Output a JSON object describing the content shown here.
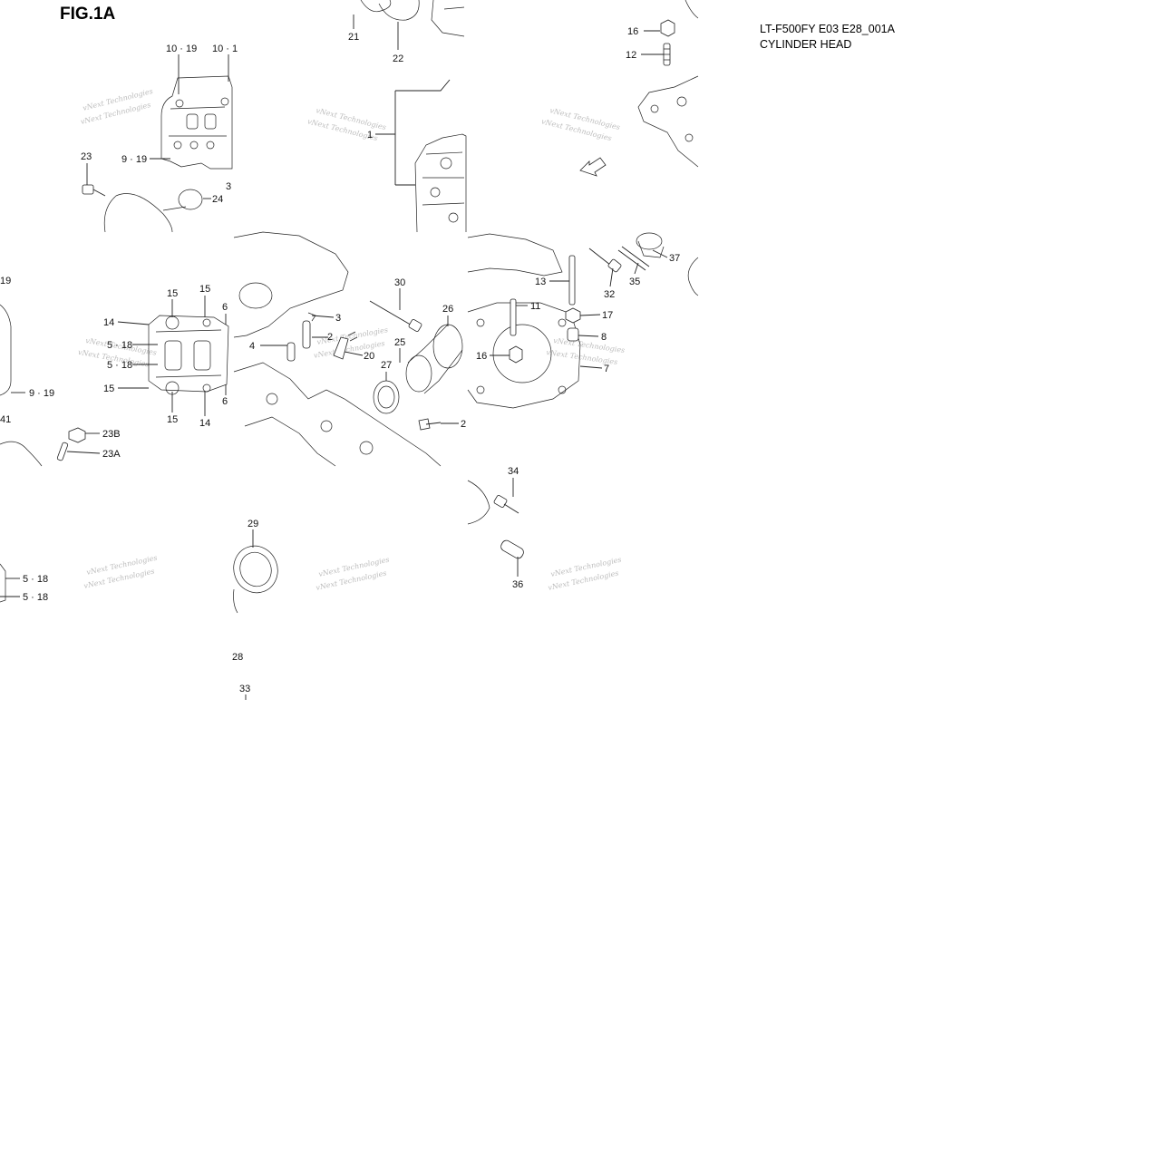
{
  "figure": {
    "title": "FIG.1A"
  },
  "meta": {
    "model_code": "LT-F500FY E03 E28_001A",
    "section_title": "CYLINDER HEAD"
  },
  "watermark": "vNext Technologies",
  "callouts": [
    "21",
    "22",
    "16",
    "12",
    "10 · 19",
    "10 · 1",
    "1",
    "9 · 19",
    "23",
    "24",
    "3",
    "30",
    "3",
    "13",
    "32",
    "35",
    "37",
    "19",
    "15",
    "15",
    "6",
    "14",
    "5 · 18",
    "5 · 18",
    "2",
    "4",
    "20",
    "26",
    "11",
    "17",
    "25",
    "8",
    "16",
    "7",
    "27",
    "2",
    "15",
    "6",
    "9 · 19",
    "15",
    "14",
    "41",
    "23B",
    "23A",
    "34",
    "29",
    "36",
    "5 · 18",
    "5 · 18",
    "28",
    "33"
  ]
}
